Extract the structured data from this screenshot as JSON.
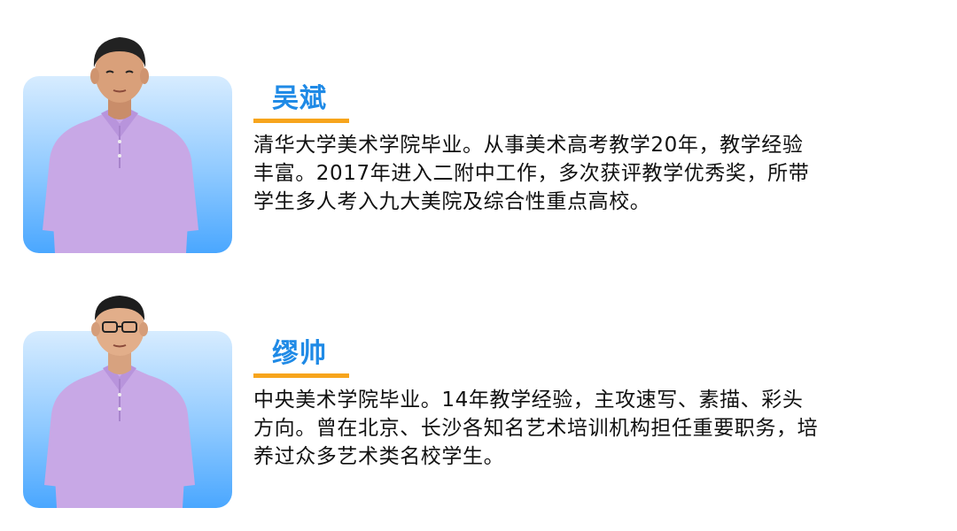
{
  "teachers": [
    {
      "name": "吴斌",
      "bio_lines": [
        "清华大学美术学院毕业。从事美术高考教学20年，教学经验",
        "丰富。2017年进入二附中工作，多次获评教学优秀奖，所带",
        "学生多人考入九大美院及综合性重点高校。"
      ]
    },
    {
      "name": "缪帅",
      "bio_lines": [
        "中央美术学院毕业。14年教学经验，主攻速写、素描、彩头",
        "方向。曾在北京、长沙各知名艺术培训机构担任重要职务，培",
        "养过众多艺术类名校学生。"
      ]
    }
  ],
  "colors": {
    "name_blue": "#1f8ae6",
    "underline_orange": "#f7a51c",
    "frame_top": "#d7ecff",
    "frame_bottom": "#4aa7ff",
    "shirt": "#c8a8e6"
  }
}
